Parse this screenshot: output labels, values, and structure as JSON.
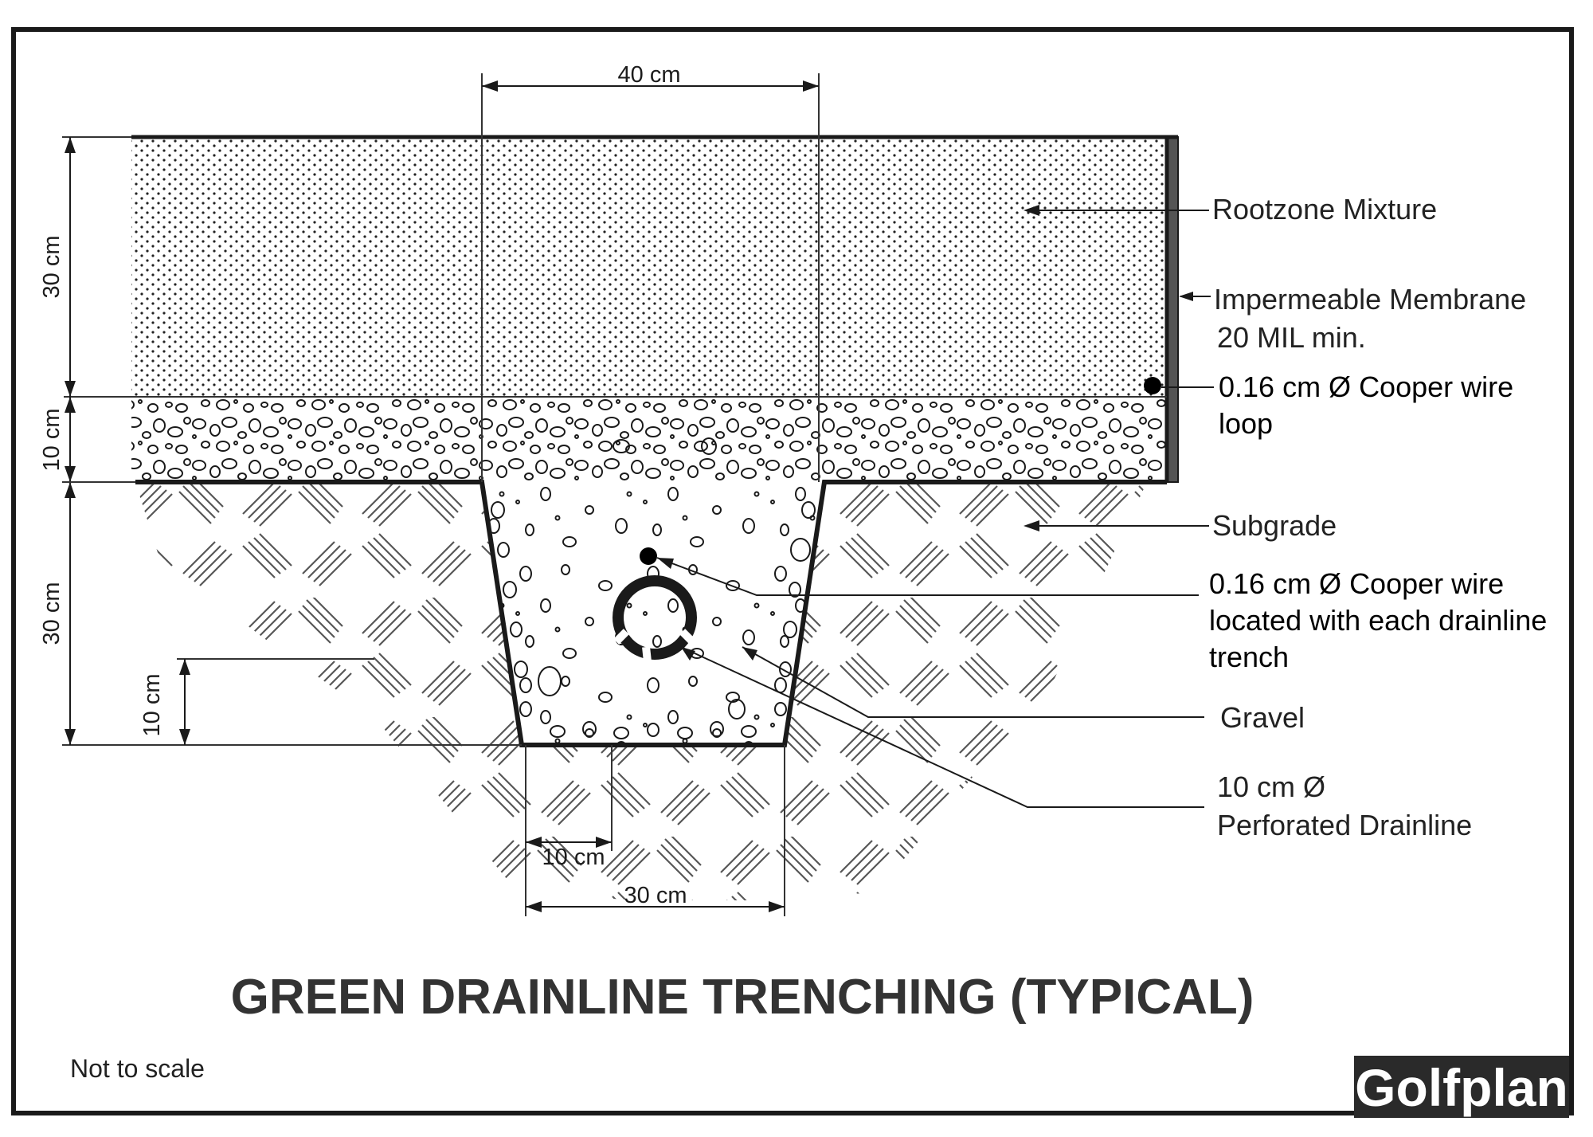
{
  "title": "GREEN DRAINLINE TRENCHING (TYPICAL)",
  "note": "Not to scale",
  "logo": "Golfplan",
  "dimensions": {
    "top_width": "40 cm",
    "rootzone_depth": "30 cm",
    "gravel_layer_depth": "10 cm",
    "trench_depth": "30 cm",
    "pipe_cover": "10 cm",
    "bottom_offset": "10 cm",
    "bottom_width": "30 cm"
  },
  "callouts": {
    "rootzone": "Rootzone Mixture",
    "membrane": [
      "Impermeable Membrane",
      "20 MIL min."
    ],
    "wire_loop": [
      "0.16 cm Ø  Cooper wire",
      "loop"
    ],
    "subgrade": "Subgrade",
    "wire_trench": [
      "0.16 cm Ø Cooper wire",
      "located with each drainline",
      "trench"
    ],
    "gravel": "Gravel",
    "drainline": [
      "10 cm Ø",
      "Perforated Drainline"
    ]
  },
  "colors": {
    "ink": "#1a1a1a",
    "paper": "#ffffff",
    "logo_bg": "#2a2a2a"
  }
}
